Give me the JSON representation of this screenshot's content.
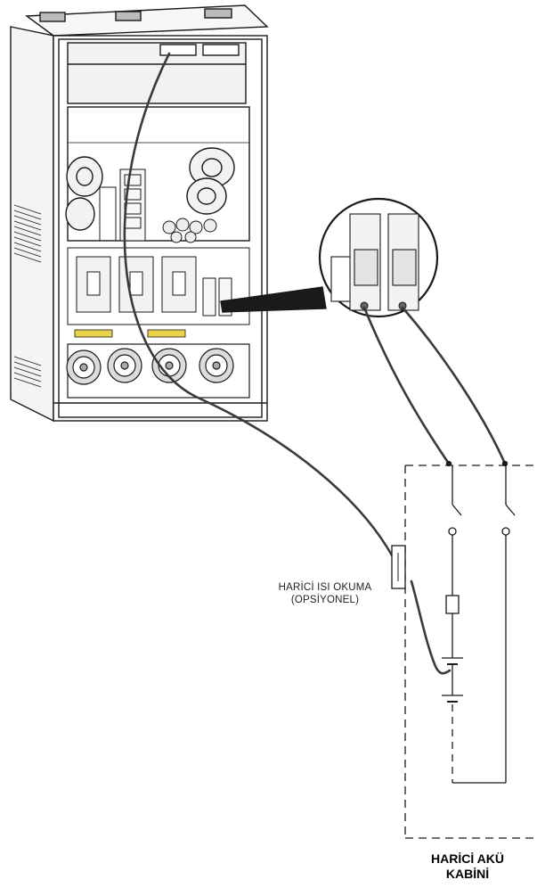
{
  "labels": {
    "sensor_line1": "HARİCİ ISI OKUMA",
    "sensor_line2": "(OPSİYONEL)",
    "cabinet_line1": "HARİCİ AKÜ",
    "cabinet_line2": "KABİNİ"
  },
  "colors": {
    "line": "#1a1a1a",
    "cable": "#3a3a3a",
    "panel_fill": "#f2f2f2",
    "fan_fill": "#dcdcdc"
  }
}
